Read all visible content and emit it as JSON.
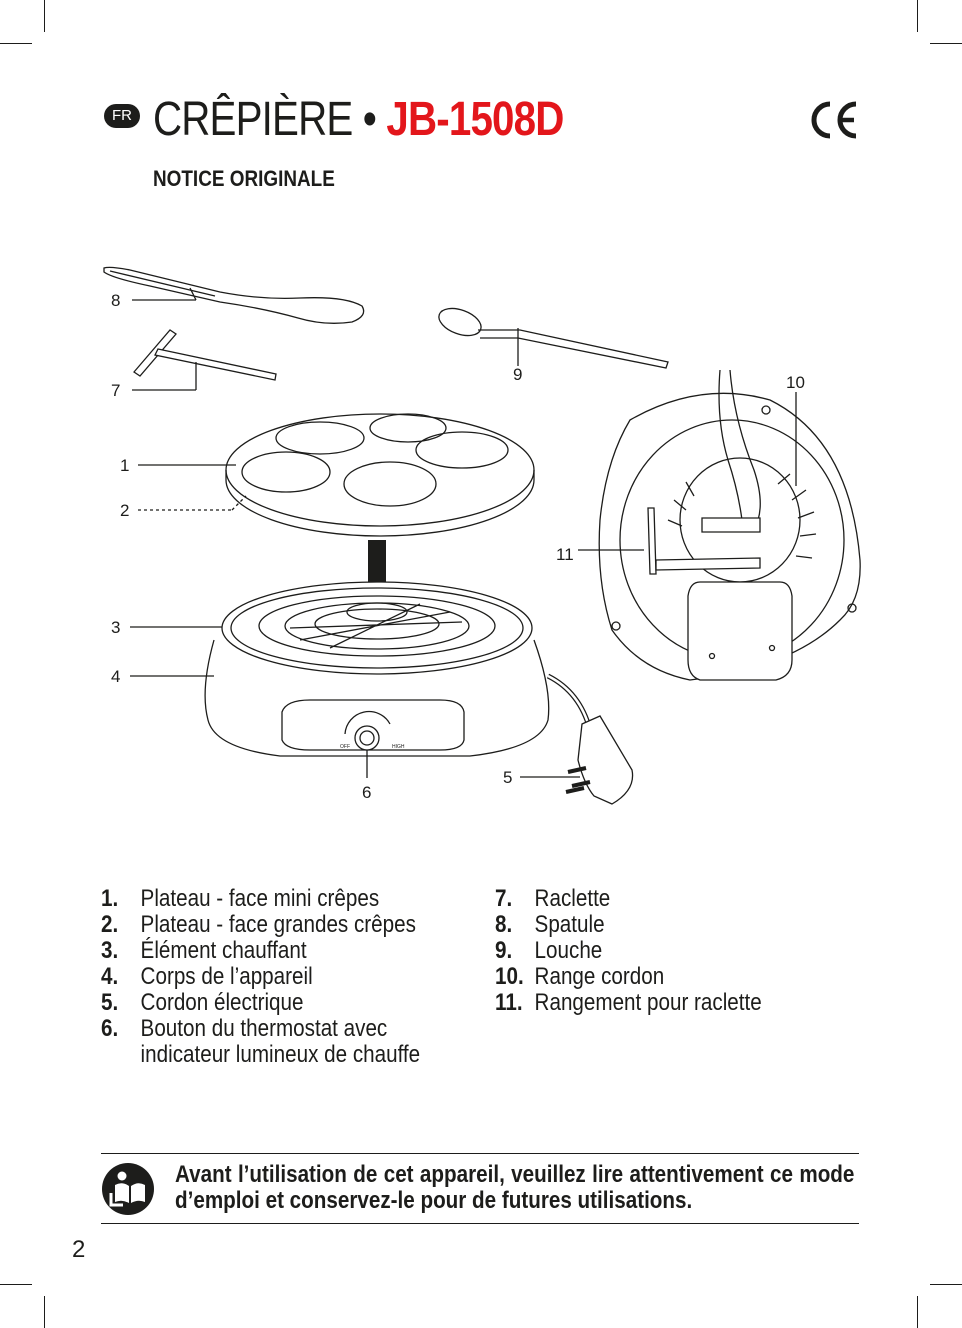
{
  "header": {
    "lang_badge": "FR",
    "title": "CRÊPIÈRE",
    "bullet": "•",
    "model": "JB-1508D",
    "subtitle": "NOTICE ORIGINALE"
  },
  "colors": {
    "accent": "#e3161b",
    "ink": "#1d1d1b"
  },
  "diagram": {
    "callouts": [
      "1",
      "2",
      "3",
      "4",
      "5",
      "6",
      "7",
      "8",
      "9",
      "10",
      "11"
    ],
    "dial_labels": {
      "off": "OFF",
      "high": "HIGH"
    }
  },
  "parts_list": {
    "left": [
      {
        "num": "1.",
        "label": "Plateau - face mini crêpes"
      },
      {
        "num": "2.",
        "label": "Plateau - face grandes crêpes"
      },
      {
        "num": "3.",
        "label": "Élément chauffant"
      },
      {
        "num": "4.",
        "label": "Corps de l’appareil"
      },
      {
        "num": "5.",
        "label": "Cordon électrique"
      },
      {
        "num": "6.",
        "label": "Bouton du thermostat avec",
        "label_cont": "indicateur lumineux de chauffe"
      }
    ],
    "right": [
      {
        "num": "7.",
        "label": "Raclette"
      },
      {
        "num": "8.",
        "label": "Spatule"
      },
      {
        "num": "9.",
        "label": "Louche"
      },
      {
        "num": "10.",
        "label": "Range cordon"
      },
      {
        "num": "11.",
        "label": "Rangement pour raclette"
      }
    ]
  },
  "notice": "Avant l’utilisation de cet appareil, veuillez lire attentivement ce mode d’emploi et conservez-le pour de futures utilisations.",
  "icons": {
    "manual": "read-manual-icon",
    "ce": "ce-mark-icon"
  },
  "page_number": "2"
}
